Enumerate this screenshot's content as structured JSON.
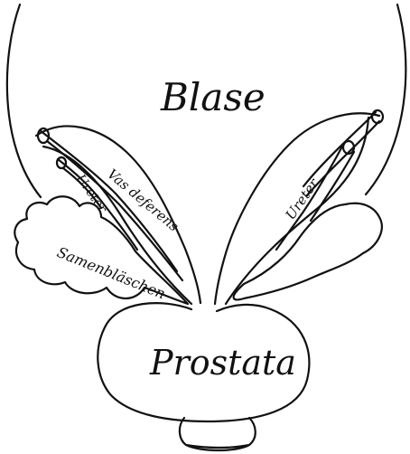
{
  "diagram": {
    "ink_color": "#111111",
    "background": "#ffffff",
    "labels": {
      "bladder": "Blase",
      "prostate": "Prostata",
      "vas_deferens": "Vas deferens",
      "ureter_left": "Ureter",
      "ureter_right": "Ureter",
      "seminal_vesicle": "Samenbläschen"
    }
  }
}
